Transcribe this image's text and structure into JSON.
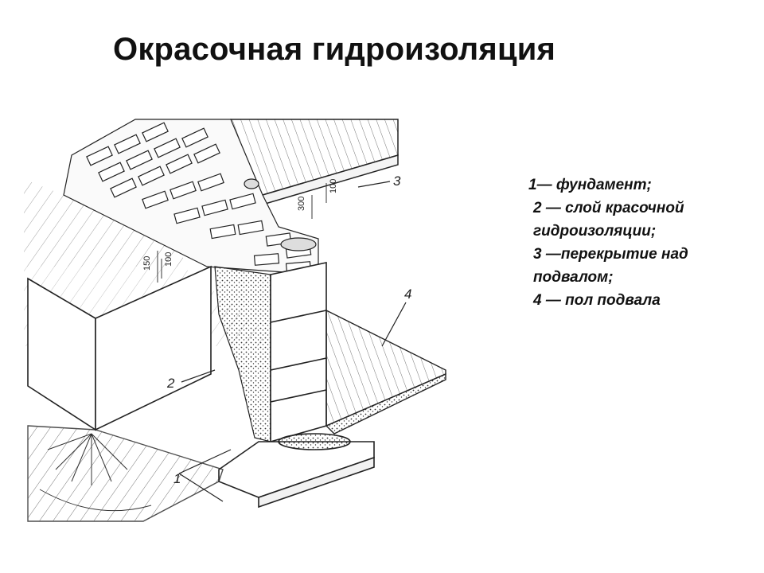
{
  "slide": {
    "title": "Окрасочная гидроизоляция"
  },
  "diagram": {
    "callouts": [
      "1",
      "2",
      "3",
      "4"
    ],
    "dimensions": [
      "150",
      "100",
      "300",
      "100"
    ]
  },
  "legend": {
    "items": [
      {
        "number": "1",
        "text": "1— фундамент;"
      },
      {
        "number": "2",
        "text": "2 — слой красочной"
      },
      {
        "number": "2",
        "text": "гидроизоляции;"
      },
      {
        "number": "3",
        "text": "3 —перекрытие над"
      },
      {
        "number": "3",
        "text": "подвалом;"
      },
      {
        "number": "4",
        "text": "4 — пол подвала"
      }
    ]
  }
}
